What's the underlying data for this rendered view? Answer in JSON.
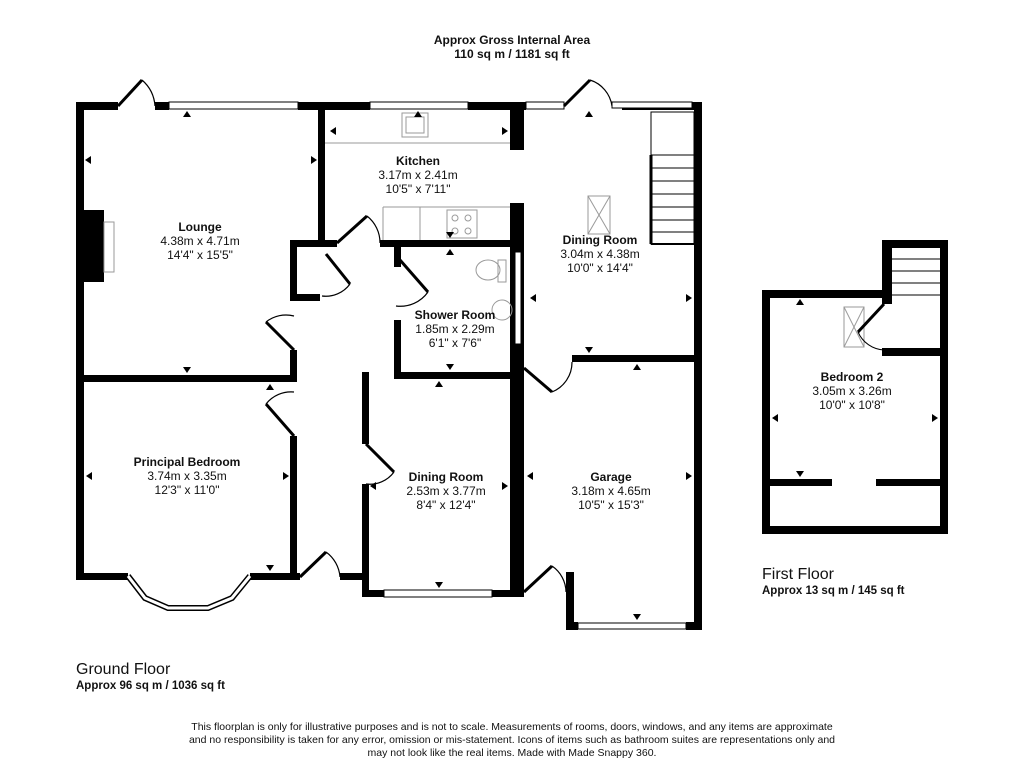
{
  "header": {
    "title": "Approx Gross Internal Area",
    "area": "110 sq m / 1181 sq ft"
  },
  "ground_floor": {
    "name": "Ground Floor",
    "area": "Approx 96 sq m / 1036 sq ft",
    "rooms": [
      {
        "name": "Lounge",
        "metric": "4.38m x 4.71m",
        "imperial": "14'4\" x 15'5\""
      },
      {
        "name": "Kitchen",
        "metric": "3.17m x 2.41m",
        "imperial": "10'5\" x 7'11\""
      },
      {
        "name": "Dining Room",
        "metric": "3.04m x 4.38m",
        "imperial": "10'0\" x 14'4\""
      },
      {
        "name": "Shower Room",
        "metric": "1.85m x 2.29m",
        "imperial": "6'1\" x 7'6\""
      },
      {
        "name": "Principal Bedroom",
        "metric": "3.74m x 3.35m",
        "imperial": "12'3\" x 11'0\""
      },
      {
        "name": "Dining Room",
        "metric": "2.53m x 3.77m",
        "imperial": "8'4\" x 12'4\""
      },
      {
        "name": "Garage",
        "metric": "3.18m x 4.65m",
        "imperial": "10'5\" x 15'3\""
      }
    ]
  },
  "first_floor": {
    "name": "First Floor",
    "area": "Approx 13 sq m / 145 sq ft",
    "rooms": [
      {
        "name": "Bedroom 2",
        "metric": "3.05m x 3.26m",
        "imperial": "10'0\" x 10'8\""
      }
    ]
  },
  "disclaimer": {
    "line1": "This floorplan is only for illustrative purposes and is not to scale. Measurements of rooms, doors, windows, and any items are approximate",
    "line2": "and no responsibility is taken for any error, omission or mis-statement. Icons of items such as bathroom suites are representations only and",
    "line3": "may not look like the real items. Made with Made Snappy 360."
  },
  "colors": {
    "wall": "#000000",
    "fixture": "#9a9a9a",
    "background": "#ffffff"
  }
}
